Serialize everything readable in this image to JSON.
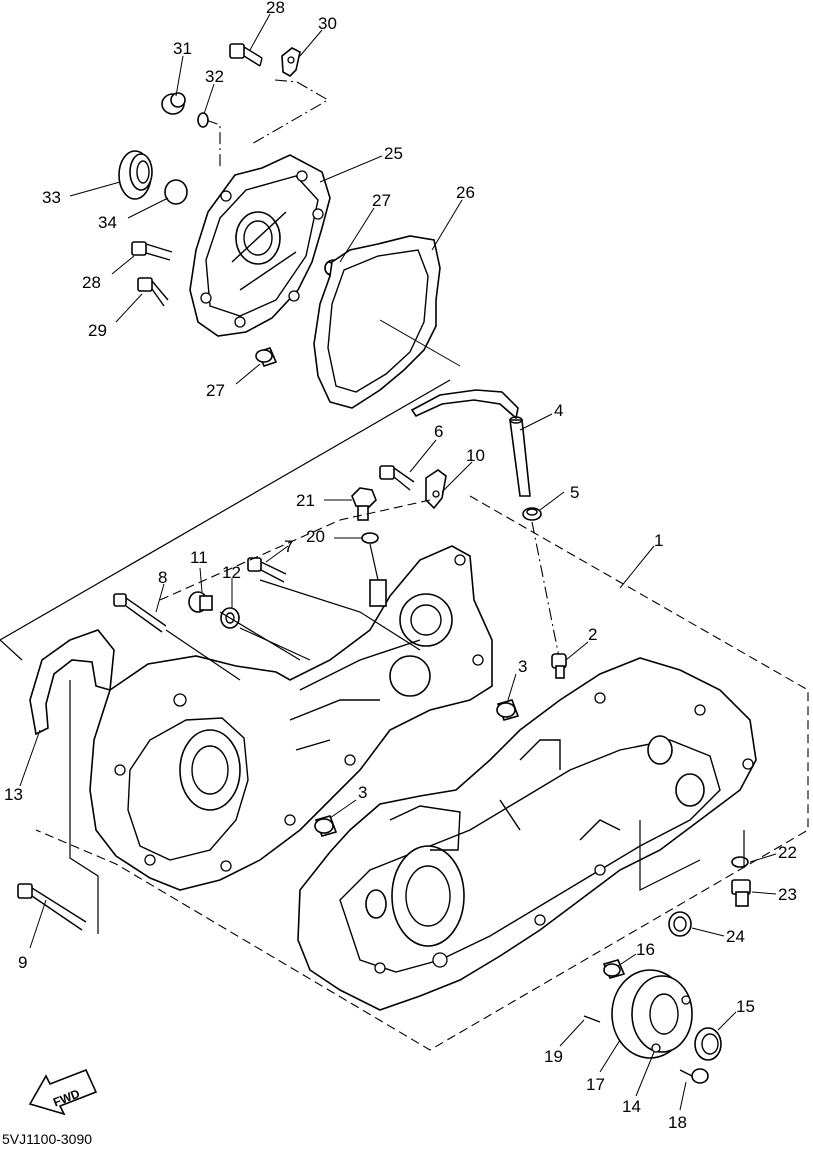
{
  "diagram": {
    "drawing_code": "5VJ1100-3090",
    "fwd_label": "FWD",
    "part_labels": [
      "28",
      "30",
      "31",
      "32",
      "25",
      "33",
      "34",
      "27",
      "26",
      "28",
      "29",
      "27",
      "4",
      "6",
      "10",
      "5",
      "21",
      "20",
      "1",
      "11",
      "7",
      "12",
      "8",
      "2",
      "3",
      "3",
      "13",
      "22",
      "23",
      "9",
      "24",
      "16",
      "15",
      "19",
      "17",
      "14",
      "18"
    ]
  }
}
